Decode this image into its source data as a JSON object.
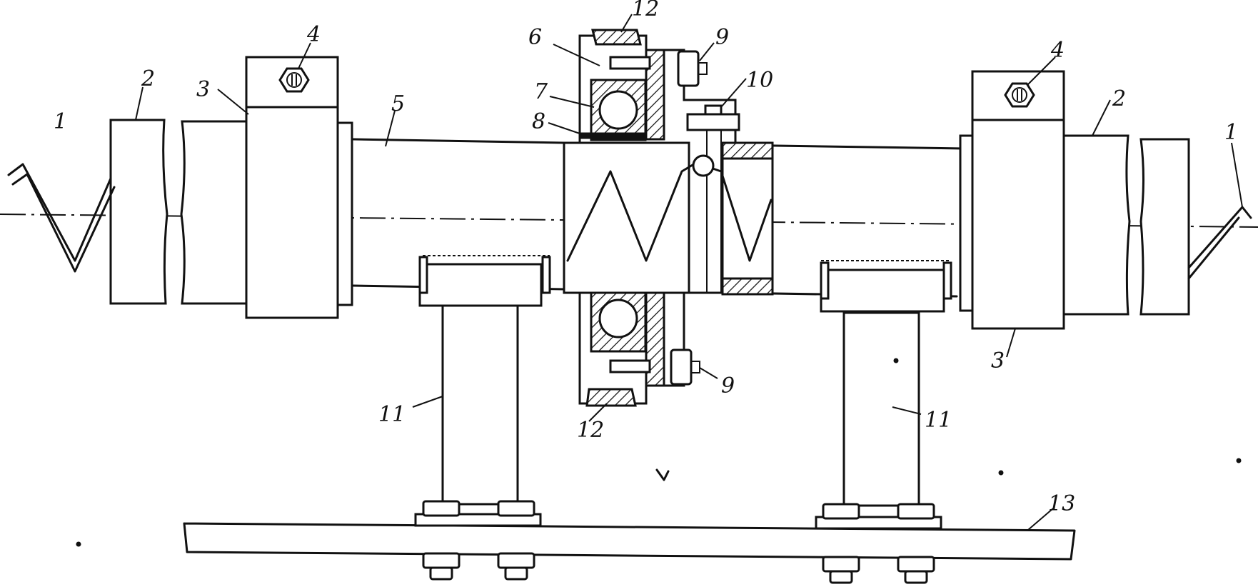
{
  "diagram": {
    "labels": [
      {
        "id": "crank-left",
        "text": "1"
      },
      {
        "id": "crank-right",
        "text": "1"
      },
      {
        "id": "tube-left",
        "text": "2"
      },
      {
        "id": "tube-right",
        "text": "2"
      },
      {
        "id": "clamp-left",
        "text": "3"
      },
      {
        "id": "clamp-right",
        "text": "3"
      },
      {
        "id": "nut-left",
        "text": "4"
      },
      {
        "id": "nut-right",
        "text": "4"
      },
      {
        "id": "shaft",
        "text": "5"
      },
      {
        "id": "housing",
        "text": "6"
      },
      {
        "id": "bearing",
        "text": "7"
      },
      {
        "id": "seal",
        "text": "8"
      },
      {
        "id": "bolt-top",
        "text": "9"
      },
      {
        "id": "bolt-bottom",
        "text": "9"
      },
      {
        "id": "pin",
        "text": "10"
      },
      {
        "id": "support-left",
        "text": "11"
      },
      {
        "id": "support-right",
        "text": "11"
      },
      {
        "id": "ring-top",
        "text": "12"
      },
      {
        "id": "ring-bottom",
        "text": "12"
      },
      {
        "id": "base-rail",
        "text": "13"
      }
    ]
  }
}
